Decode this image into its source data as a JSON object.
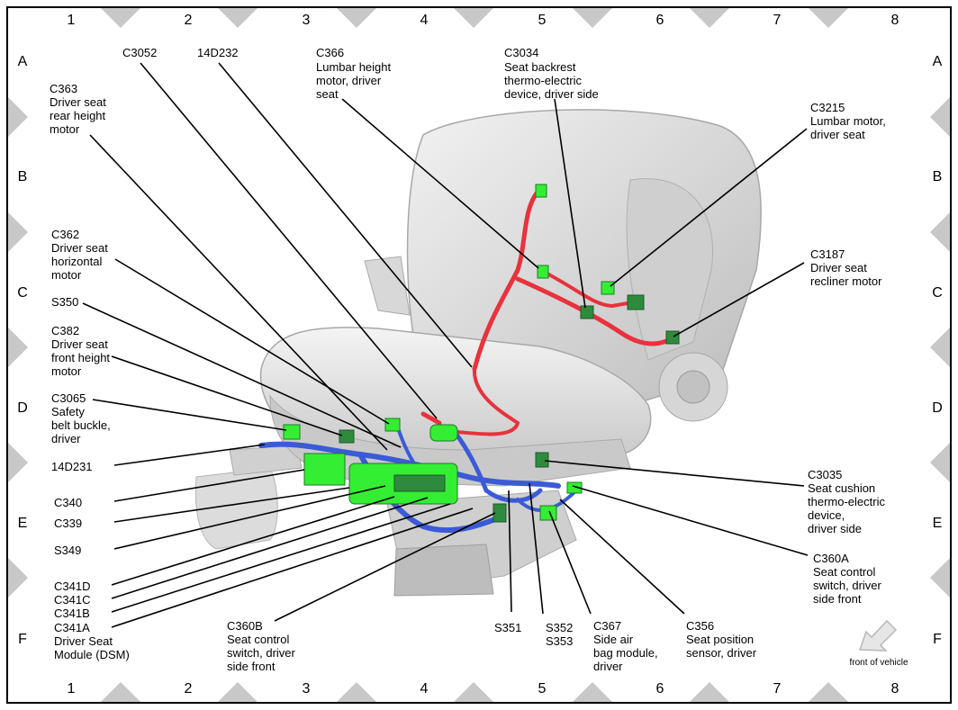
{
  "grid": {
    "columns": [
      "1",
      "2",
      "3",
      "4",
      "5",
      "6",
      "7",
      "8"
    ],
    "rows": [
      "A",
      "B",
      "C",
      "D",
      "E",
      "F"
    ]
  },
  "labels": {
    "c3052": "C3052",
    "d14d232": "14D232",
    "c366": [
      "C366",
      "Lumbar height",
      "motor, driver",
      "seat"
    ],
    "c3034": [
      "C3034",
      "Seat backrest",
      "thermo-electric",
      "device, driver side"
    ],
    "c363": [
      "C363",
      "Driver seat",
      "rear height",
      "motor"
    ],
    "c3215": [
      "C3215",
      "Lumbar motor,",
      "driver seat"
    ],
    "c362": [
      "C362",
      "Driver seat",
      "horizontal",
      "motor"
    ],
    "c3187": [
      "C3187",
      "Driver seat",
      "recliner motor"
    ],
    "s350": "S350",
    "c382": [
      "C382",
      "Driver seat",
      "front height",
      "motor"
    ],
    "c3065": [
      "C3065",
      "Safety",
      "belt buckle,",
      "driver"
    ],
    "d14d231": "14D231",
    "c340": "C340",
    "c339": "C339",
    "s349": "S349",
    "c341d": "C341D",
    "c341c": "C341C",
    "c341b": "C341B",
    "c341a": [
      "C341A",
      "Driver Seat",
      "Module (DSM)"
    ],
    "c360b": [
      "C360B",
      "Seat control",
      "switch, driver",
      "side front"
    ],
    "s351": "S351",
    "s352": [
      "S352",
      "S353"
    ],
    "c367": [
      "C367",
      "Side air",
      "bag module,",
      "driver"
    ],
    "c356": [
      "C356",
      "Seat position",
      "sensor, driver"
    ],
    "c3035": [
      "C3035",
      "Seat cushion",
      "thermo-electric",
      "device,",
      "driver side"
    ],
    "c360a": [
      "C360A",
      "Seat control",
      "switch, driver",
      "side front"
    ],
    "front": "front of vehicle"
  },
  "colors": {
    "connector": "#33ee33",
    "connector_dark": "#2e8b3e",
    "wire_red": "#e8323c",
    "wire_blue": "#3b5bd6",
    "seat": "#e4e4e4",
    "grid_marker": "#c8c8c8"
  }
}
